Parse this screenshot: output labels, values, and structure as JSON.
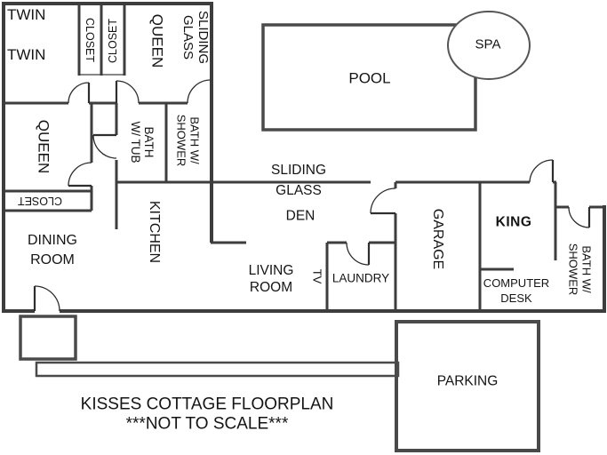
{
  "colors": {
    "wall": "#3d3d3d",
    "outline_light": "#4a4a4a",
    "text": "#141414",
    "background": "#ffffff"
  },
  "labels": {
    "twin1": "TWIN",
    "twin2": "TWIN",
    "closet_top_left": "CLOSET",
    "closet_top_right": "CLOSET",
    "queen_top": "QUEEN",
    "sliding_glass_top_l1": "SLIDING",
    "sliding_glass_top_l2": "GLASS",
    "pool": "POOL",
    "spa": "SPA",
    "queen_left": "QUEEN",
    "bath_tub_l1": "BATH",
    "bath_tub_l2": "W/ TUB",
    "bath_shower1_l1": "BATH W/",
    "bath_shower1_l2": "SHOWER",
    "closet_mid": "CLOSET",
    "kitchen": "KITCHEN",
    "sliding_glass_mid_l1": "SLIDING",
    "sliding_glass_mid_l2": "GLASS",
    "den": "DEN",
    "dining_l1": "DINING",
    "dining_l2": "ROOM",
    "living_l1": "LIVING",
    "living_l2": "ROOM",
    "tv": "TV",
    "laundry": "LAUNDRY",
    "garage": "GARAGE",
    "king": "KING",
    "computer_l1": "COMPUTER",
    "computer_l2": "DESK",
    "bath_shower2_l1": "BATH W/",
    "bath_shower2_l2": "SHOWER",
    "parking": "PARKING"
  },
  "title": {
    "line1": "KISSES COTTAGE FLOORPLAN",
    "line2": "***NOT TO SCALE***"
  }
}
